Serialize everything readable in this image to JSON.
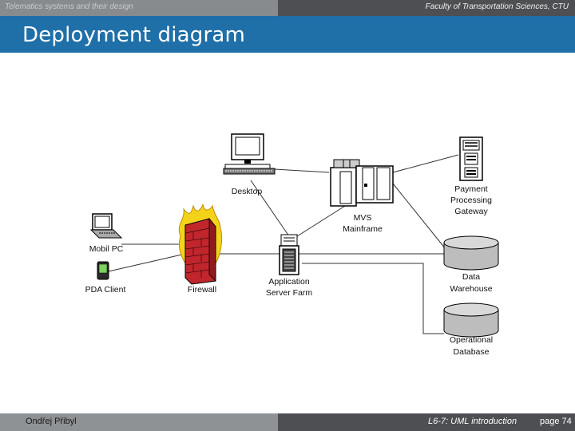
{
  "header": {
    "left_text": "Telematics systems and their design",
    "right_text": "Faculty of Transportation Sciences, CTU"
  },
  "title": "Deployment diagram",
  "diagram": {
    "nodes": {
      "desktop": [
        "Desktop"
      ],
      "mvs": [
        "MVS",
        "Mainframe"
      ],
      "payment": [
        "Payment",
        "Processing",
        "Gateway"
      ],
      "mobile": [
        "Mobil PC"
      ],
      "pda": [
        "PDA Client"
      ],
      "firewall": [
        "Firewall"
      ],
      "appserver": [
        "Application",
        "Server Farm"
      ],
      "warehouse": [
        "Data",
        "Warehouse"
      ],
      "opdb": [
        "Operational",
        "Database"
      ]
    }
  },
  "footer": {
    "author": "Ondřej Přibyl",
    "lecture": "L6-7: UML introduction",
    "page": "page 74"
  },
  "colors": {
    "title_bar": "#1f6fa8",
    "firewall_brick": "#c0262b",
    "firewall_flame": "#f5d21a"
  }
}
